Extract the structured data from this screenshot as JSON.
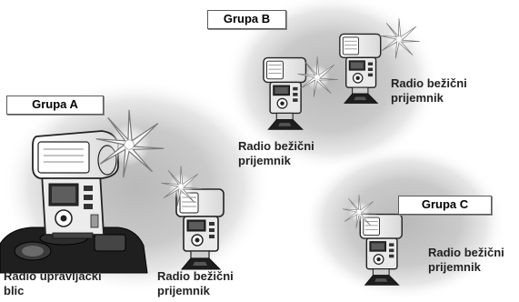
{
  "groups": {
    "a": {
      "label": "Grupa A"
    },
    "b": {
      "label": "Grupa B"
    },
    "c": {
      "label": "Grupa C"
    }
  },
  "captions": {
    "commander": {
      "line1": "Radio upravljački",
      "line2": "blic"
    },
    "receiver_a": {
      "line1": "Radio bežični",
      "line2": "prijemnik"
    },
    "receiver_b_left": {
      "line1": "Radio bežični",
      "line2": "prijemnik"
    },
    "receiver_b_right": {
      "line1": "Radio bežični",
      "line2": "prijemnik"
    },
    "receiver_c": {
      "line1": "Radio bežični",
      "line2": "prijemnik"
    }
  },
  "colors": {
    "halo": "#bdbdbd",
    "flash_body": "#f2f2f2",
    "outline": "#222222",
    "burst": "#d9d9d9"
  }
}
